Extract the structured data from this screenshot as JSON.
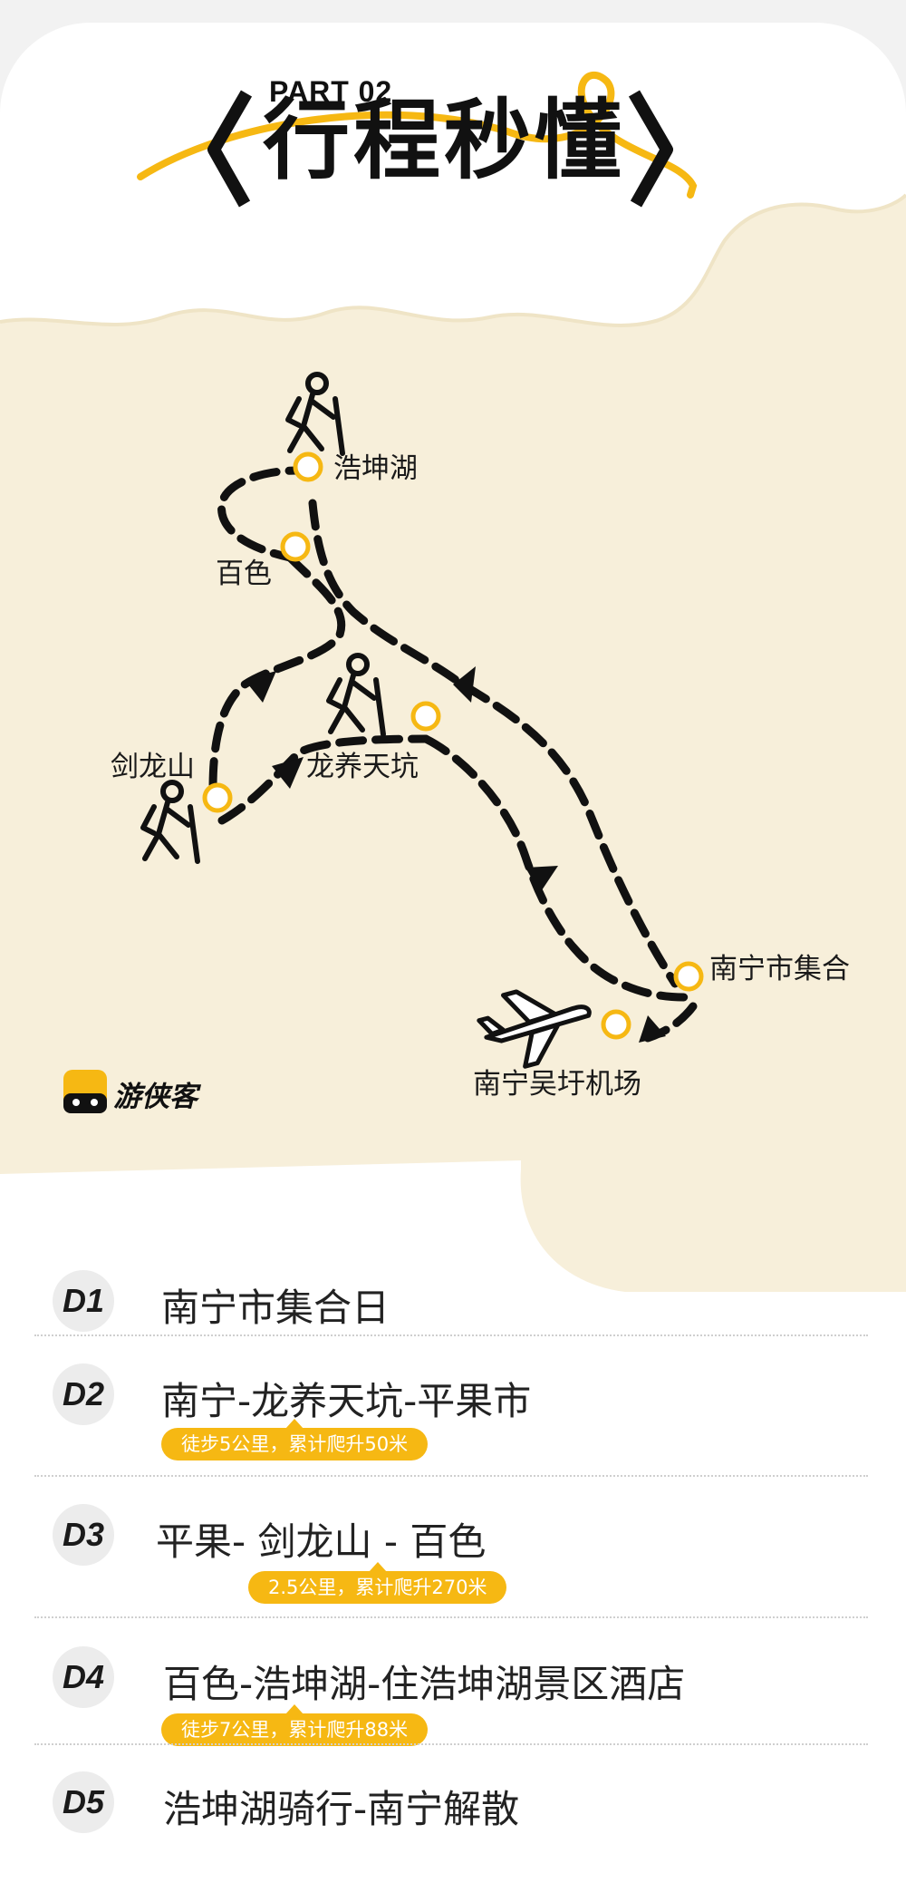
{
  "header": {
    "part": "PART 02",
    "title": "行程秒懂"
  },
  "colors": {
    "accent_yellow": "#f6b813",
    "map_cream": "#f7efda",
    "route_line": "#111111"
  },
  "map": {
    "places": {
      "haokun_lake": "浩坤湖",
      "baise": "百色",
      "jianlong_mountain": "剑龙山",
      "longyang_tiankeng": "龙养天坑",
      "nanning_meetup": "南宁市集合",
      "nanning_airport": "南宁吴圩机场"
    },
    "icons": [
      "hiker-icon",
      "hiker-icon",
      "hiker-icon",
      "airplane-icon"
    ],
    "brand": {
      "logo_text": "游侠客"
    }
  },
  "itinerary": [
    {
      "day": "D1",
      "title": "南宁市集合日",
      "tag": ""
    },
    {
      "day": "D2",
      "title": "南宁-龙养天坑-平果市",
      "tag": "徒步5公里，累计爬升50米"
    },
    {
      "day": "D3",
      "title": "平果- 剑龙山 - 百色",
      "tag": "2.5公里，累计爬升270米"
    },
    {
      "day": "D4",
      "title": "百色-浩坤湖-住浩坤湖景区酒店",
      "tag": "徒步7公里，累计爬升88米"
    },
    {
      "day": "D5",
      "title": "浩坤湖骑行-南宁解散",
      "tag": ""
    }
  ]
}
